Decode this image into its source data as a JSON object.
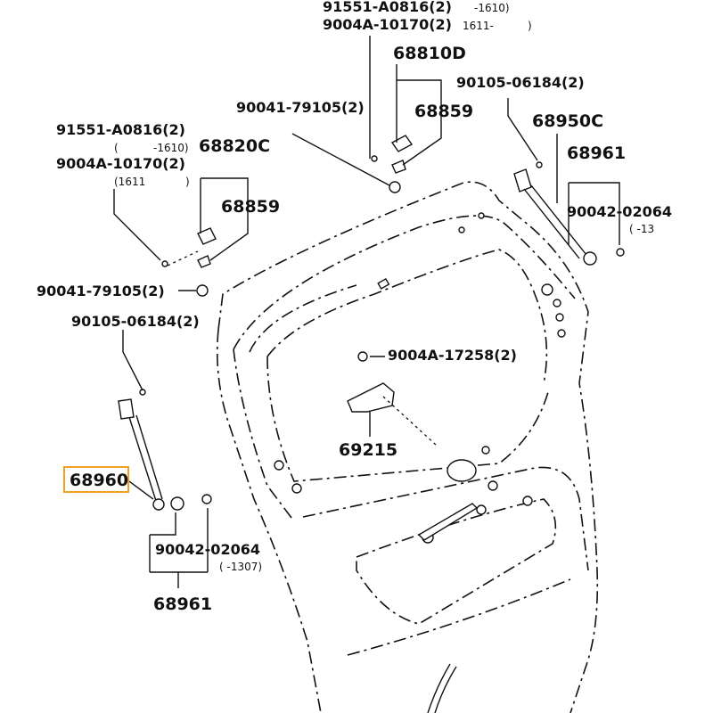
{
  "labels": {
    "l_91551_top": "91551-A0816(2)",
    "l_91551_top_range": "-1610)",
    "l_9004a_top": "9004A-10170(2)",
    "l_9004a_top_range": "1611-",
    "l_9004a_top_close": ")",
    "l_68810d": "68810D",
    "l_90105_r": "90105-06184(2)",
    "l_90041_top": "90041-79105(2)",
    "l_68859_top": "68859",
    "l_68950c": "68950C",
    "l_91551_left": "91551-A0816(2)",
    "l_91551_left_range_open": "(",
    "l_91551_left_range": "-1610)",
    "l_68820c": "68820C",
    "l_68961_r": "68961",
    "l_9004a_left": "9004A-10170(2)",
    "l_9004a_left_range": "(1611",
    "l_9004a_left_close": ")",
    "l_90042_r": "90042-02064",
    "l_90042_r_range": "(   -13",
    "l_68859_left": "68859",
    "l_90041_left": "90041-79105(2)",
    "l_90105_left": "90105-06184(2)",
    "l_9004a_17258": "9004A-17258(2)",
    "l_69215": "69215",
    "l_68960": "68960",
    "l_90042_left": "90042-02064",
    "l_90042_left_range": "(     -1307)",
    "l_68961_left": "68961"
  },
  "colors": {
    "line": "#111111",
    "highlight_border": "#f0a020",
    "background": "#ffffff"
  }
}
